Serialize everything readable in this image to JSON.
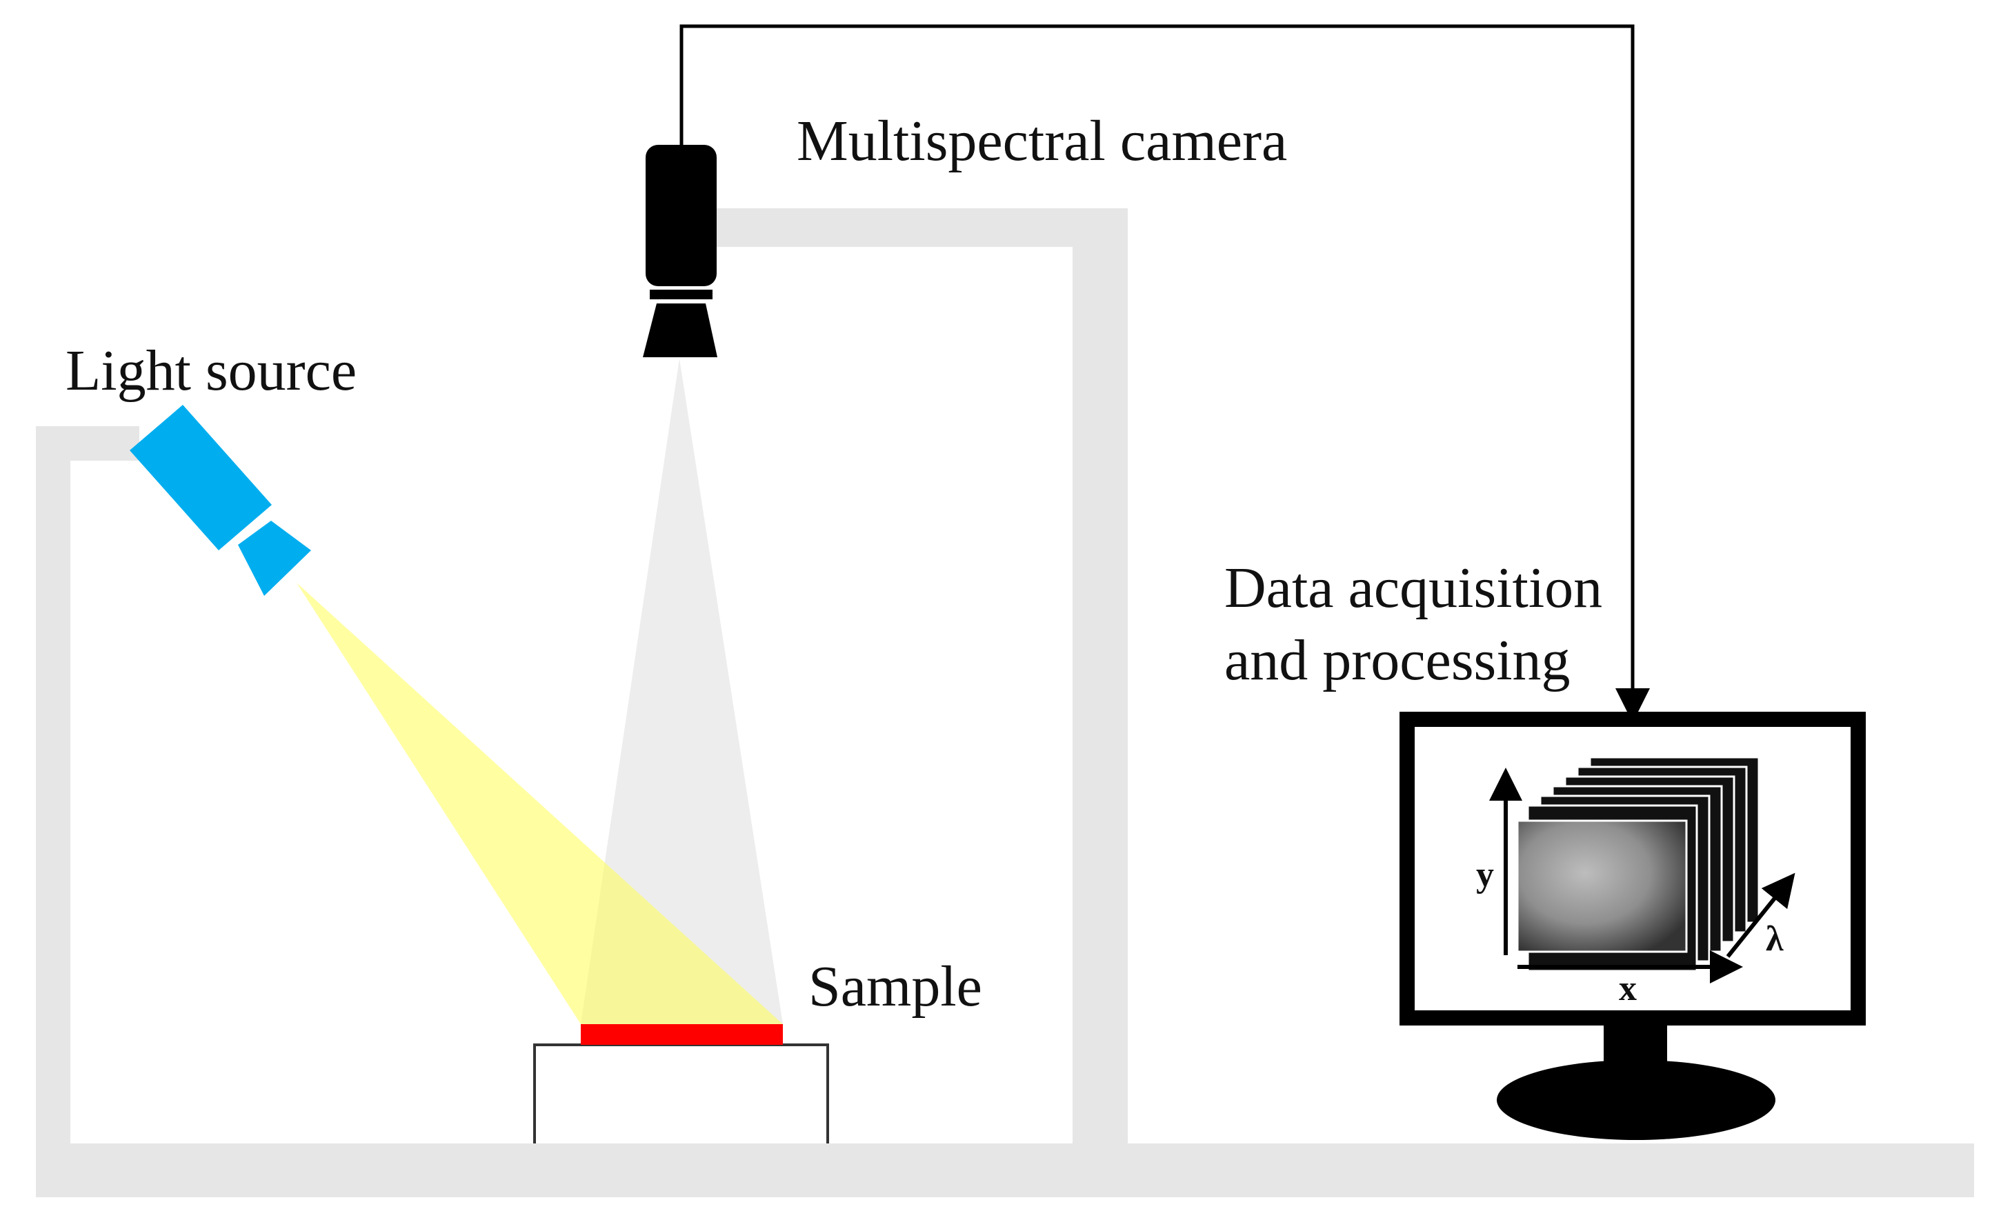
{
  "labels": {
    "camera": "Multispectral camera",
    "light": "Light source",
    "data_line1": "Data acquisition",
    "data_line2": "and processing",
    "sample": "Sample"
  },
  "axes": {
    "x": "x",
    "y": "y",
    "lambda": "λ"
  },
  "colors": {
    "frame": "#e6e6e6",
    "light_body": "#00aeef",
    "light_beam": "#ffff66",
    "camera_beam": "#eeeeee",
    "sample": "#ff0000",
    "camera_body": "#000000",
    "monitor": "#000000"
  },
  "icons": {
    "camera": "camera-icon",
    "light": "spotlight-icon",
    "monitor": "monitor-icon",
    "image_stack": "image-stack-icon"
  }
}
